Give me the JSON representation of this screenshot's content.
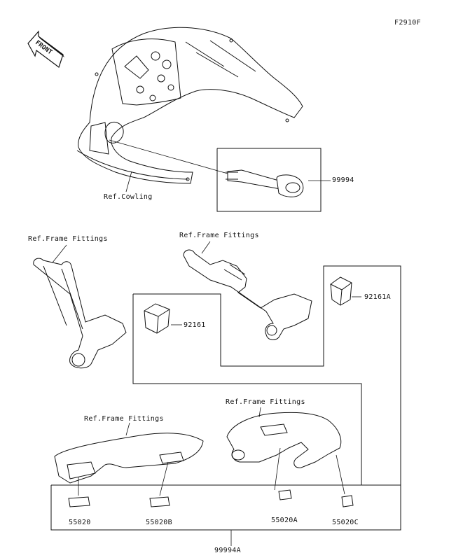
{
  "figure_code": "F2910F",
  "direction_arrow": {
    "label": "FRONT",
    "icon": "front-arrow-icon"
  },
  "reference_labels": {
    "cowling": "Ref.Cowling",
    "frame_fittings_1": "Ref.Frame Fittings",
    "frame_fittings_2": "Ref.Frame Fittings",
    "frame_fittings_3": "Ref.Frame Fittings",
    "frame_fittings_4": "Ref.Frame Fittings"
  },
  "part_numbers": {
    "p99994": "99994",
    "p92161A": "92161A",
    "p92161": "92161",
    "p55020": "55020",
    "p55020B": "55020B",
    "p55020A": "55020A",
    "p55020C": "55020C",
    "p99994A": "99994A"
  },
  "colors": {
    "line": "#111111",
    "background": "#ffffff"
  }
}
